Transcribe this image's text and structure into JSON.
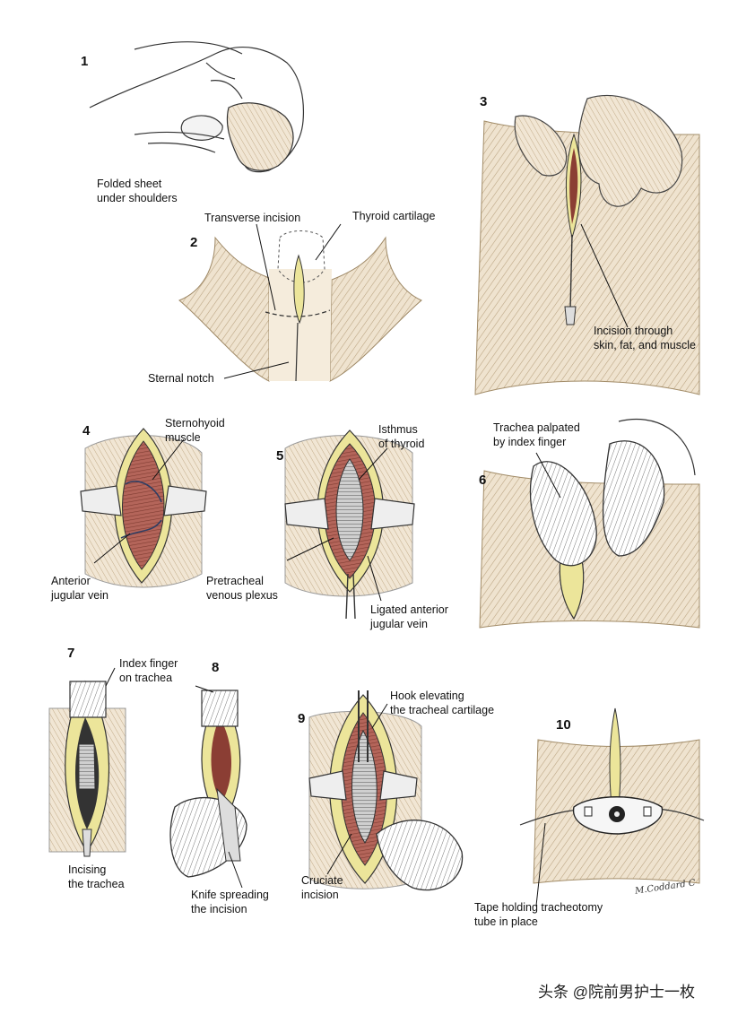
{
  "panel_numbers": [
    "1",
    "2",
    "3",
    "4",
    "5",
    "6",
    "7",
    "8",
    "9",
    "10"
  ],
  "labels": {
    "folded_sheet": "Folded sheet\nunder shoulders",
    "transverse_incision": "Transverse incision",
    "thyroid_cartilage": "Thyroid cartilage",
    "sternal_notch": "Sternal notch",
    "incision_through": "Incision through\nskin, fat, and muscle",
    "sternohyoid": "Sternohyoid\nmuscle",
    "isthmus": "Isthmus\nof thyroid",
    "trachea_palpated": "Trachea palpated\nby index finger",
    "anterior_jugular": "Anterior\njugular vein",
    "pretracheal": "Pretracheal\nvenous plexus",
    "ligated_jugular": "Ligated anterior\njugular vein",
    "index_finger": "Index finger\non trachea",
    "hook_elevating": "Hook elevating\nthe tracheal cartilage",
    "incising_trachea": "Incising\nthe trachea",
    "knife_spreading": "Knife spreading\nthe incision",
    "cruciate": "Cruciate\nincision",
    "tape_holding": "Tape holding tracheotomy\ntube in place"
  },
  "signature": "M.Coddard C",
  "watermark": "头条 @院前男护士一枚",
  "colors": {
    "skin": "#e9d9c0",
    "skin_line": "#b9a27f",
    "fat": "#efe6a4",
    "muscle": "#a8584b",
    "ink": "#2a2a2a"
  }
}
